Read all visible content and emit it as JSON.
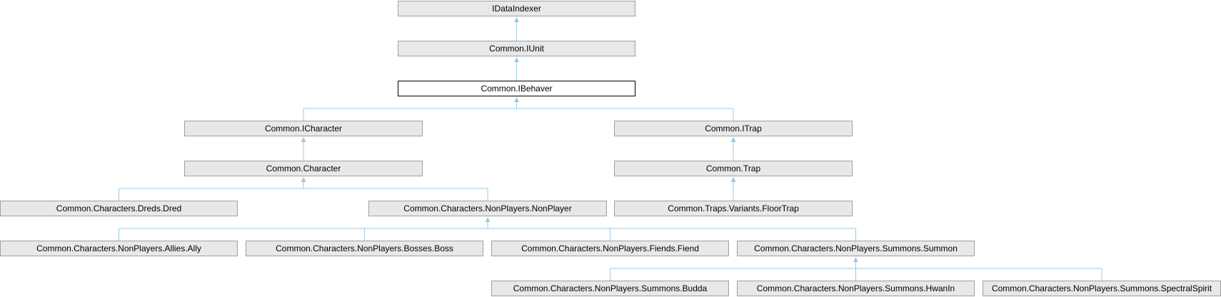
{
  "colors": {
    "node_fill": "#e8e8e8",
    "node_border": "#a0a0a0",
    "current_fill": "#ffffff",
    "current_border": "#000000",
    "edge": "#9cc9e4"
  },
  "nodes": [
    {
      "id": "idataindexer",
      "label": "IDataIndexer"
    },
    {
      "id": "iunit",
      "label": "Common.IUnit"
    },
    {
      "id": "ibehaver",
      "label": "Common.IBehaver",
      "current": true
    },
    {
      "id": "icharacter",
      "label": "Common.ICharacter"
    },
    {
      "id": "itrap",
      "label": "Common.ITrap"
    },
    {
      "id": "character",
      "label": "Common.Character"
    },
    {
      "id": "trap",
      "label": "Common.Trap"
    },
    {
      "id": "dred",
      "label": "Common.Characters.Dreds.Dred"
    },
    {
      "id": "nonplayer",
      "label": "Common.Characters.NonPlayers.NonPlayer"
    },
    {
      "id": "floortrap",
      "label": "Common.Traps.Variants.FloorTrap"
    },
    {
      "id": "ally",
      "label": "Common.Characters.NonPlayers.Allies.Ally"
    },
    {
      "id": "boss",
      "label": "Common.Characters.NonPlayers.Bosses.Boss"
    },
    {
      "id": "fiend",
      "label": "Common.Characters.NonPlayers.Fiends.Fiend"
    },
    {
      "id": "summon",
      "label": "Common.Characters.NonPlayers.Summons.Summon"
    },
    {
      "id": "budda",
      "label": "Common.Characters.NonPlayers.Summons.Budda"
    },
    {
      "id": "hwanin",
      "label": "Common.Characters.NonPlayers.Summons.HwanIn"
    },
    {
      "id": "spectralspirit",
      "label": "Common.Characters.NonPlayers.Summons.SpectralSpirit"
    }
  ],
  "edges": [
    {
      "parent": "idataindexer",
      "children": [
        "iunit"
      ]
    },
    {
      "parent": "iunit",
      "children": [
        "ibehaver"
      ]
    },
    {
      "parent": "ibehaver",
      "children": [
        "icharacter",
        "itrap"
      ]
    },
    {
      "parent": "icharacter",
      "children": [
        "character"
      ]
    },
    {
      "parent": "itrap",
      "children": [
        "trap"
      ]
    },
    {
      "parent": "character",
      "children": [
        "dred",
        "nonplayer"
      ]
    },
    {
      "parent": "trap",
      "children": [
        "floortrap"
      ]
    },
    {
      "parent": "nonplayer",
      "children": [
        "ally",
        "boss",
        "fiend",
        "summon"
      ]
    },
    {
      "parent": "summon",
      "children": [
        "budda",
        "hwanin",
        "spectralspirit"
      ]
    }
  ]
}
